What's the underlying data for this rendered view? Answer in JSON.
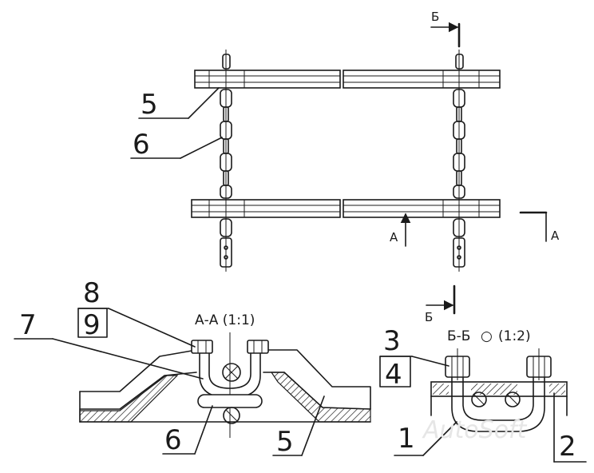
{
  "labels": {
    "n1": "1",
    "n2": "2",
    "n3": "3",
    "n4": "4",
    "n5": "5",
    "n6": "6",
    "n7": "7",
    "n8": "8",
    "n9": "9"
  },
  "section_marks": {
    "a_left": "А",
    "a_right": "А",
    "b_top": "Б",
    "b_bottom": "Б"
  },
  "section_titles": {
    "aa": "А-А (1:1)",
    "bb": "Б-Б",
    "bb_symbol": "○",
    "bb_scale": "(1:2)"
  },
  "watermark": "AutoSoft"
}
